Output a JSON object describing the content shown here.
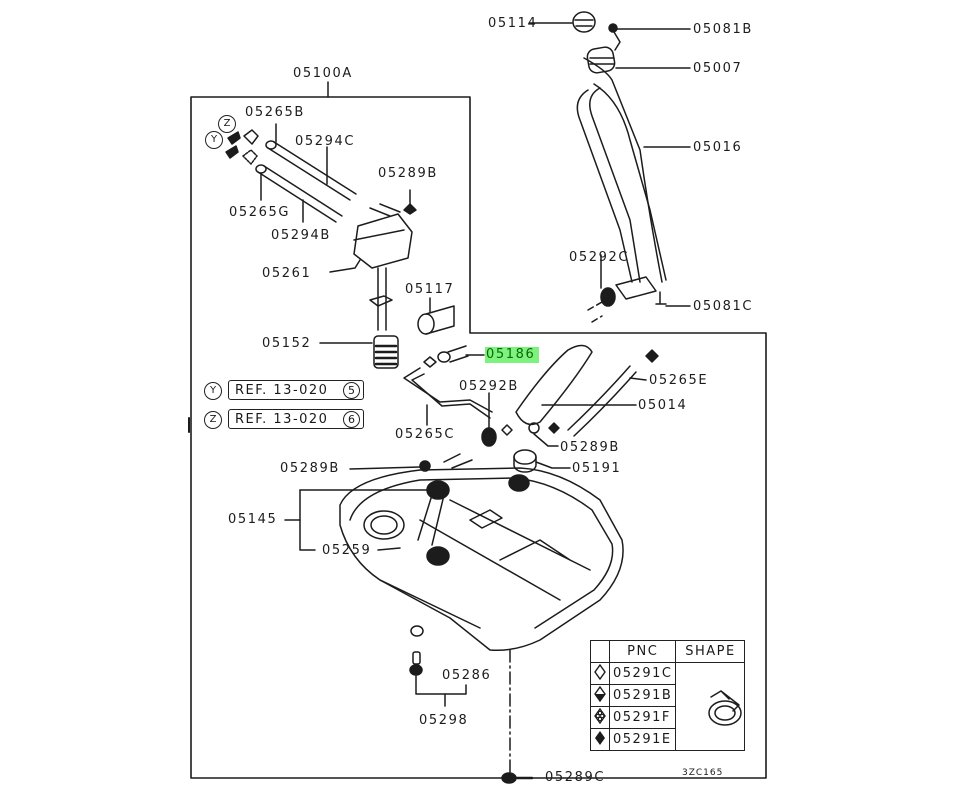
{
  "diagram": {
    "title_assembly": "05100A",
    "figure_code": "3ZC165",
    "highlight_color": "#7df27d",
    "labels": {
      "p05114": "05114",
      "p05081B": "05081B",
      "p05007": "05007",
      "p05016": "05016",
      "p05100A": "05100A",
      "p05265B": "05265B",
      "p05294C": "05294C",
      "p05289B_top": "05289B",
      "p05265G": "05265G",
      "p05294B": "05294B",
      "p05261": "05261",
      "p05117": "05117",
      "p05292C": "05292C",
      "p05081C": "05081C",
      "p05152": "05152",
      "p05186": "05186",
      "p05265E": "05265E",
      "p05292B": "05292B",
      "p05014": "05014",
      "p05265C": "05265C",
      "p05289B_mid": "05289B",
      "p05289B_left": "05289B",
      "p05191": "05191",
      "p05145": "05145",
      "p05259": "05259",
      "p05286": "05286",
      "p05298": "05298",
      "p05289C": "05289C"
    },
    "references": [
      {
        "marker": "Y",
        "text": "REF. 13-020",
        "page": "5"
      },
      {
        "marker": "Z",
        "text": "REF. 13-020",
        "page": "6"
      }
    ],
    "arrow_markers": [
      "Z",
      "Y"
    ],
    "pnc_table": {
      "headers": [
        "",
        "PNC",
        "SHAPE"
      ],
      "rows": [
        {
          "symbol": "diamond-outline",
          "pnc": "05291C"
        },
        {
          "symbol": "diamond-half-filled",
          "pnc": "05291B"
        },
        {
          "symbol": "diamond-patterned",
          "pnc": "05291F"
        },
        {
          "symbol": "diamond-filled",
          "pnc": "05291E"
        }
      ],
      "shape_icon": "hose-clamp-icon"
    }
  }
}
